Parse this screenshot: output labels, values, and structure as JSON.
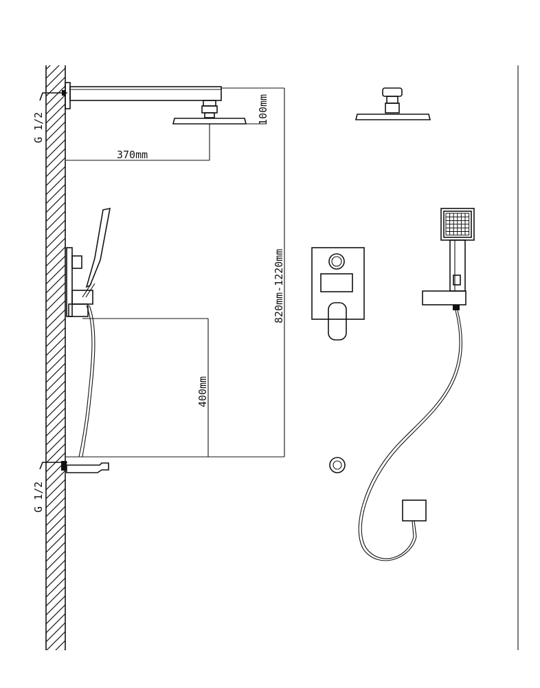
{
  "labels": {
    "thread_top": "G 1/2",
    "thread_bottom": "G 1/2",
    "dim_arm_length": "370mm",
    "dim_head_drop": "100mm",
    "dim_valve_height": "820mm-1220mm",
    "dim_spout_to_valve": "400mm"
  },
  "colors": {
    "line": "#111111",
    "background": "#ffffff",
    "hatch": "#111111"
  }
}
